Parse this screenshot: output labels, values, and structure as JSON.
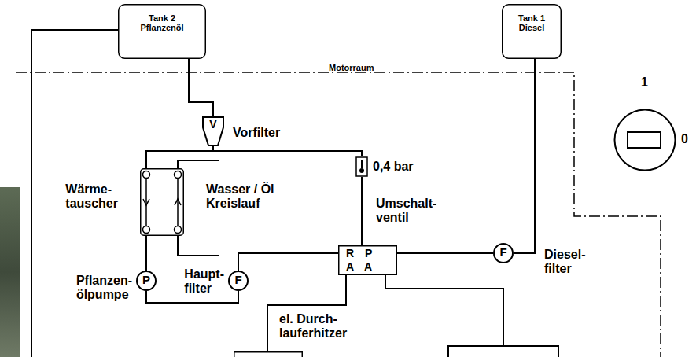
{
  "diagram": {
    "nodes": [
      {
        "text": [
          "Tank 2 Pflanzenöl"
        ]
      },
      {
        "text": [
          "Tank 1 Diesel"
        ]
      },
      {
        "text": [
          "V",
          "Vorfilter"
        ]
      },
      {
        "text": [
          "0,4 bar"
        ]
      },
      {
        "text": [
          "Wärme- tauscher"
        ]
      },
      {
        "text": [
          "Umschalt- ventil",
          "R P",
          "A A"
        ]
      },
      {
        "text": [
          "F",
          "Diesel- filter"
        ]
      },
      {
        "text": [
          "P",
          "Pflanzen- ölpumpe"
        ]
      },
      {
        "text": [
          "F",
          "Haupt- filter"
        ]
      },
      {
        "text": [
          "1",
          "0"
        ]
      },
      {
        "text": [
          "el. Durch- lauferhitzer"
        ]
      }
    ],
    "edges": [
      {
        "from": 0,
        "to": 2,
        "arrow": "none"
      },
      {
        "from": 2,
        "to": 4,
        "arrow": "none"
      },
      {
        "from": 3,
        "to": 4,
        "arrow": "none"
      },
      {
        "from": 4,
        "to": 7,
        "arrow": "none"
      },
      {
        "from": 7,
        "to": 8,
        "arrow": "none"
      },
      {
        "from": 8,
        "to": 5,
        "arrow": "none"
      },
      {
        "from": 3,
        "to": 5,
        "arrow": "none"
      },
      {
        "from": 5,
        "to": 6,
        "arrow": "none"
      },
      {
        "from": 6,
        "to": 1,
        "arrow": "none"
      },
      {
        "from": 5,
        "to": 10,
        "arrow": "none"
      }
    ],
    "labels": [
      "Motorraum",
      "Wasser / Öl Kreislauf"
    ]
  }
}
